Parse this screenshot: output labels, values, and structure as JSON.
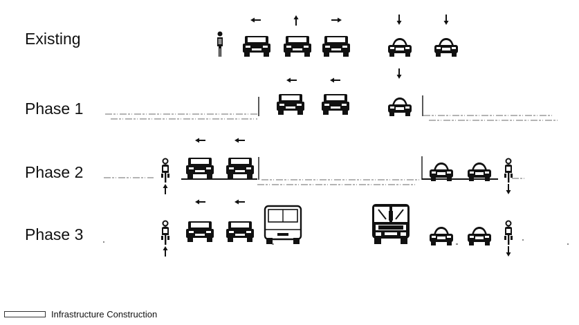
{
  "phases": [
    {
      "label": "Existing"
    },
    {
      "label": "Phase 1"
    },
    {
      "label": "Phase 2"
    },
    {
      "label": "Phase 3"
    }
  ],
  "legend": {
    "label": "Infrastructure Construction"
  },
  "icons": {
    "car_rear": "car-rear-icon",
    "car_front": "car-front-icon",
    "pedestrian": "pedestrian-icon",
    "cyclist": "cyclist-icon",
    "bus_rear": "bus-rear-icon",
    "bus_front": "bus-front-icon"
  },
  "colors": {
    "ink": "#111111",
    "construction": "#888888"
  }
}
